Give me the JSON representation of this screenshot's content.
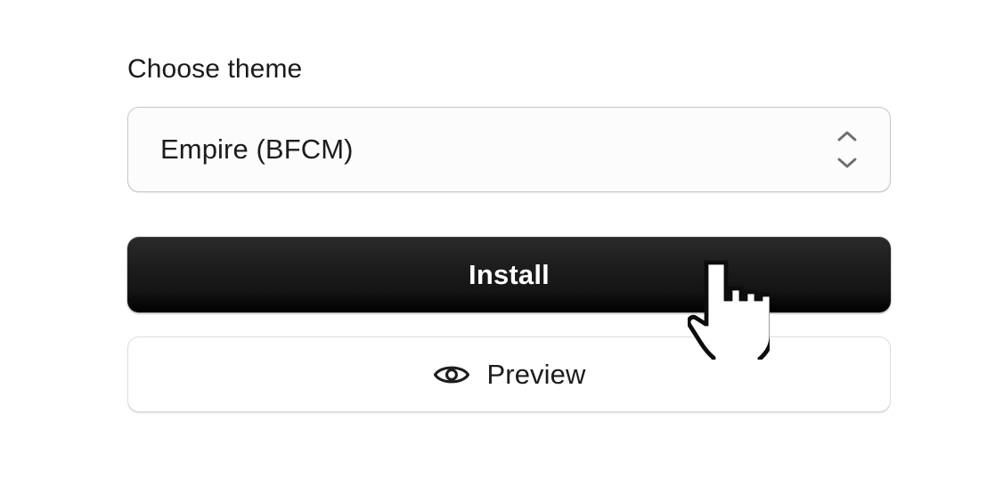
{
  "form": {
    "label": "Choose theme",
    "select": {
      "value": "Empire (BFCM)",
      "stepper_icon": "chevron-up-down-icon"
    },
    "primary_button": {
      "label": "Install"
    },
    "secondary_button": {
      "label": "Preview",
      "icon": "eye-icon"
    }
  },
  "cursor": {
    "type": "pointing-hand-cursor"
  },
  "colors": {
    "page_background": "#ffffff",
    "label_text": "#1a1a1a",
    "select_background": "#fcfcfc",
    "select_border": "#c4c4c4",
    "select_text": "#1c1c1c",
    "stepper_icon": "#6f6f6f",
    "install_background": "#1c1c1c",
    "install_text": "#ffffff",
    "preview_background": "#ffffff",
    "preview_border": "#dcdcdc",
    "preview_text": "#1c1c1c"
  }
}
